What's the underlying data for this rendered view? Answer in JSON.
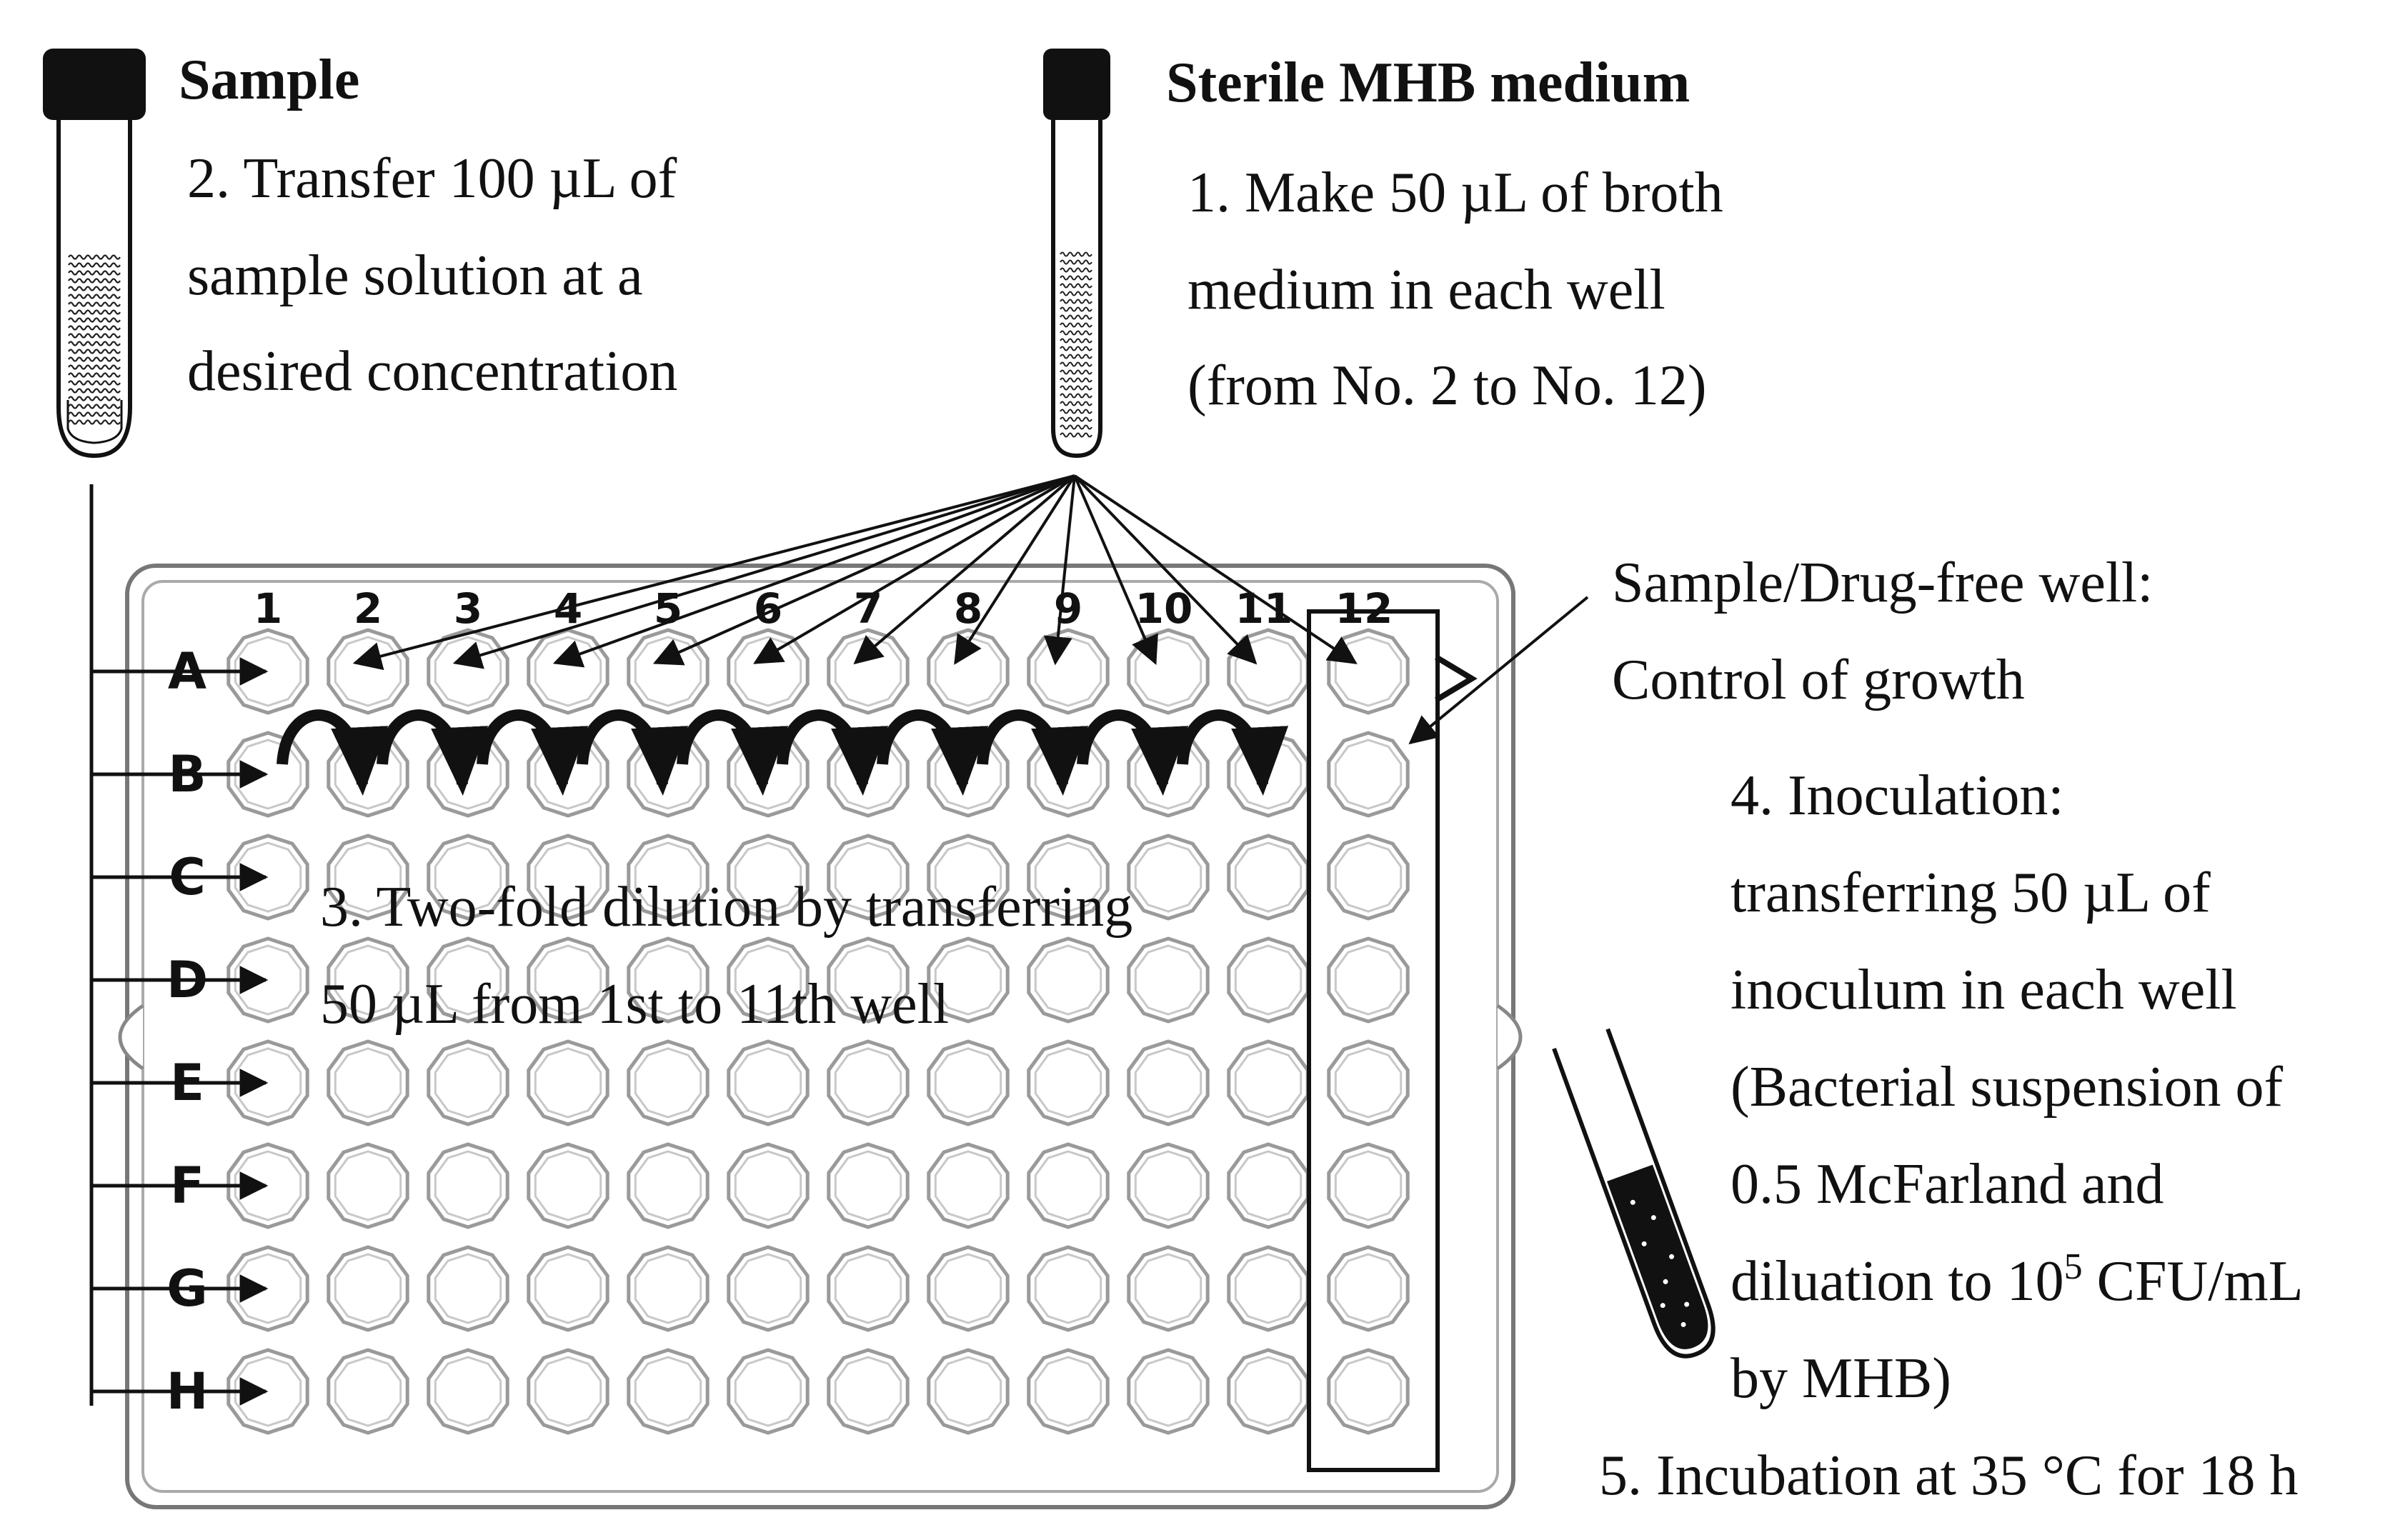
{
  "sample": {
    "title": "Sample",
    "step_lines": [
      "2. Transfer 100 µL of",
      "sample solution at a",
      "desired concentration"
    ]
  },
  "medium": {
    "title": "Sterile MHB medium",
    "step_lines": [
      "1. Make 50 µL of broth",
      "medium in each well",
      "(from No. 2 to No. 12)"
    ]
  },
  "control": {
    "lines": [
      "Sample/Drug-free well:",
      "Control of growth"
    ]
  },
  "inoculation": {
    "lines": [
      "4. Inoculation:",
      "transferring 50 µL of",
      "inoculum in each well",
      "(Bacterial suspension of",
      "0.5 McFarland and"
    ],
    "line6_prefix": "diluation to 10",
    "line6_sup": "5",
    "line6_suffix": " CFU/mL",
    "line7": "by MHB)"
  },
  "incubation": {
    "text": "5. Incubation at 35 °C for 18 h"
  },
  "dilution": {
    "lines": [
      "3. Two-fold dilution by transferring",
      "50 µL from 1st to 11th well"
    ]
  },
  "plate": {
    "columns": [
      "1",
      "2",
      "3",
      "4",
      "5",
      "6",
      "7",
      "8",
      "9",
      "10",
      "11",
      "12"
    ],
    "rows": [
      "A",
      "B",
      "C",
      "D",
      "E",
      "F",
      "G",
      "H"
    ]
  }
}
